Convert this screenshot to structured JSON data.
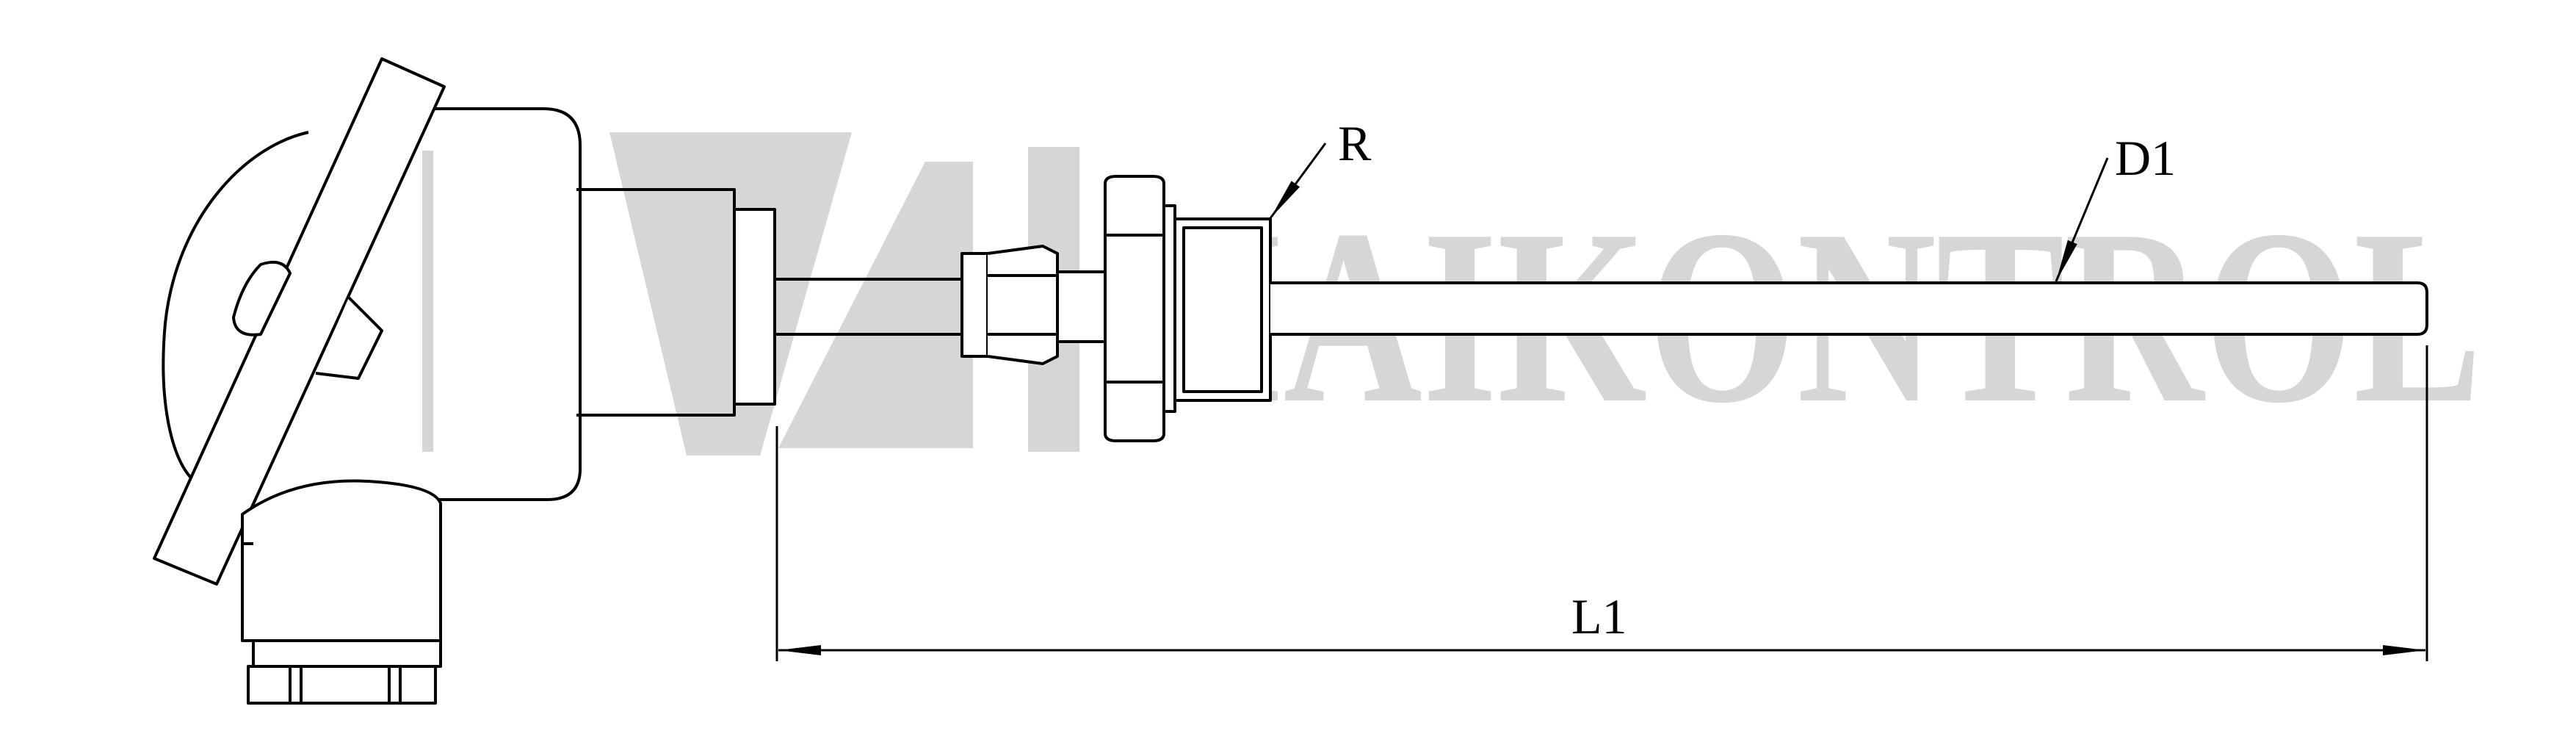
{
  "watermark": {
    "text": "MAIKONTROL",
    "color": "#d3d3d3"
  },
  "labels": {
    "thread": "R",
    "diameter": "D1",
    "length": "L1"
  },
  "colors": {
    "line": "#000000",
    "background": "#ffffff"
  }
}
